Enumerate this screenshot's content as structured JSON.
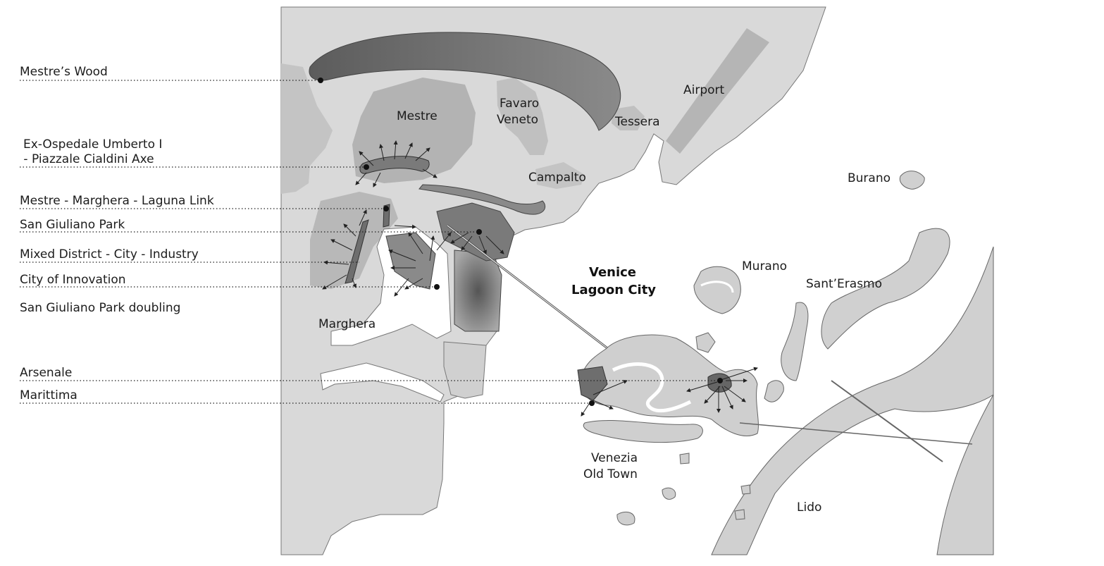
{
  "legend": {
    "mestres_wood": "Mestre’s Wood",
    "ex_ospedale_line1": "Ex-Ospedale Umberto I",
    "ex_ospedale_line2": " - Piazzale Cialdini Axe",
    "mml_link": "Mestre - Marghera - Laguna Link",
    "san_giuliano_park": "San Giuliano Park",
    "mixed_district": "Mixed District - City - Industry",
    "city_of_innovation": "City of Innovation",
    "san_giuliano_doubling": "San Giuliano Park doubling",
    "arsenale": "Arsenale",
    "marittima": "Marittima"
  },
  "places": {
    "mestre": "Mestre",
    "favaro_1": "Favaro",
    "favaro_2": "Veneto",
    "tessera": "Tessera",
    "airport": "Airport",
    "campalto": "Campalto",
    "burano": "Burano",
    "murano": "Murano",
    "santerasmo": "Sant’Erasmo",
    "marghera": "Marghera",
    "venezia_1": "Venezia",
    "venezia_2": "Old Town",
    "lido": "Lido"
  },
  "title": {
    "line1": "Venice",
    "line2": "Lagoon City"
  },
  "colors": {
    "water": "#ffffff",
    "land": "#d9d9d9",
    "urban": "#b3b3b3",
    "dark": "#6e6e6e",
    "line": "#333333"
  }
}
